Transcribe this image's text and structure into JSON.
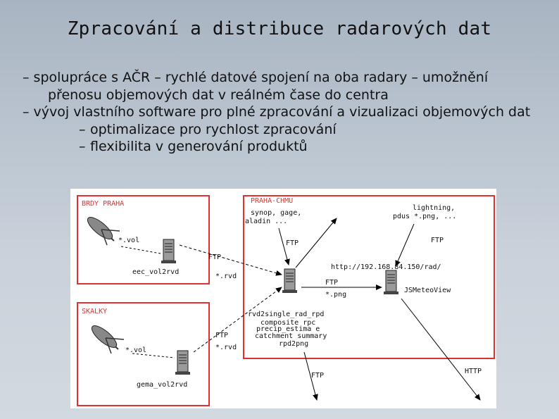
{
  "title": "Zpracování a distribuce radarových dat",
  "bullets": [
    {
      "dash": "–",
      "text": "spolupráce s AČR – rychlé datové spojení na oba radary – umožnění přenosu objemových dat v reálném čase do centra"
    },
    {
      "dash": "–",
      "text": "vývoj vlastního software pro plné zpracování a vizualizaci objemových dat"
    }
  ],
  "subbullets": [
    {
      "dash": "–",
      "text": "optimalizace pro rychlost zpracování"
    },
    {
      "dash": "–",
      "text": "flexibilita v generování produktů"
    }
  ],
  "diagram": {
    "box_brdy_label": "BRDY PRAHA",
    "box_praha_label": "PRAHA-CHMU",
    "box_skala_label": "SKALKY",
    "brdy_file": "*.vol",
    "brdy_server": "eec_vol2rvd",
    "skala_file": "*.vol",
    "skala_server": "gema_vol2rvd",
    "ftp_top": "FTP",
    "rvd_top": "*.rvd",
    "ftp_bottom": "FTP",
    "rvd_bottom": "*.rvd",
    "praha_input_line1": "synop, gage,",
    "praha_input_line2": "aladin ...",
    "ftp_praha_left": "FTP",
    "lightning_line1": "lightning,",
    "lightning_line2": "pdus *.png, ...",
    "ftp_praha_right": "FTP",
    "url": "http://192.168.84.150/rad/",
    "ftp_png": "FTP",
    "png_label": "*.png",
    "jsmeteoview": "JSMeteoView",
    "proc_lines": [
      "rvd2single_rad_rpd",
      "composite rpc",
      "precip_estima e",
      "catchment summary",
      "rpd2png"
    ],
    "ftp_out": "FTP",
    "http_out": "HTTP"
  }
}
